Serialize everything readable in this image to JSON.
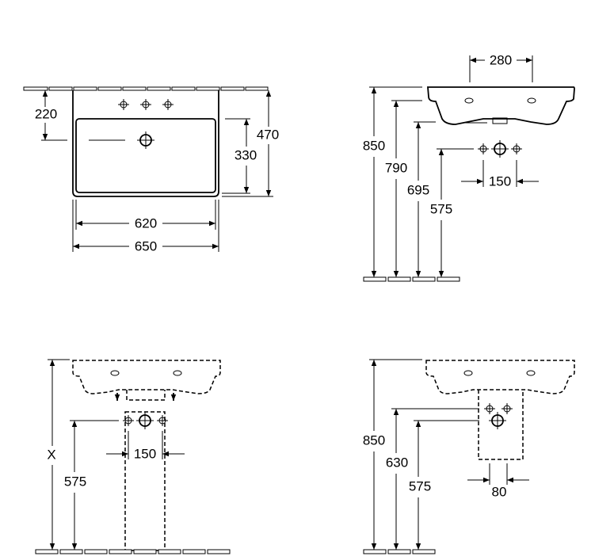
{
  "views": {
    "top_plan": {
      "dims": {
        "d220": "220",
        "d330": "330",
        "d470": "470",
        "d620": "620",
        "d650": "650"
      }
    },
    "side_wall": {
      "dims": {
        "d280": "280",
        "d850": "850",
        "d790": "790",
        "d695": "695",
        "d575": "575",
        "d150": "150"
      }
    },
    "pedestal": {
      "dims": {
        "dX": "X",
        "d575": "575",
        "d150": "150"
      }
    },
    "semi_pedestal": {
      "dims": {
        "d850": "850",
        "d630": "630",
        "d575": "575",
        "d80": "80"
      }
    }
  }
}
